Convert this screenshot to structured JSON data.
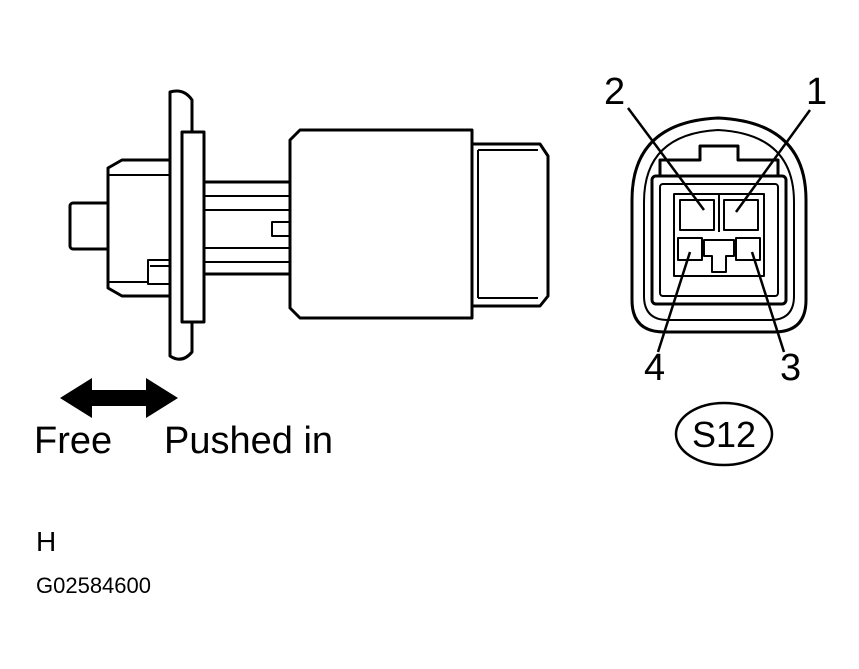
{
  "switch": {
    "free_label": "Free",
    "pushed_label": "Pushed in"
  },
  "connector": {
    "code": "S12",
    "pins": [
      {
        "number": "2"
      },
      {
        "number": "1"
      },
      {
        "number": "4"
      },
      {
        "number": "3"
      }
    ]
  },
  "footer": {
    "section_letter": "H",
    "figure_id": "G02584600"
  }
}
